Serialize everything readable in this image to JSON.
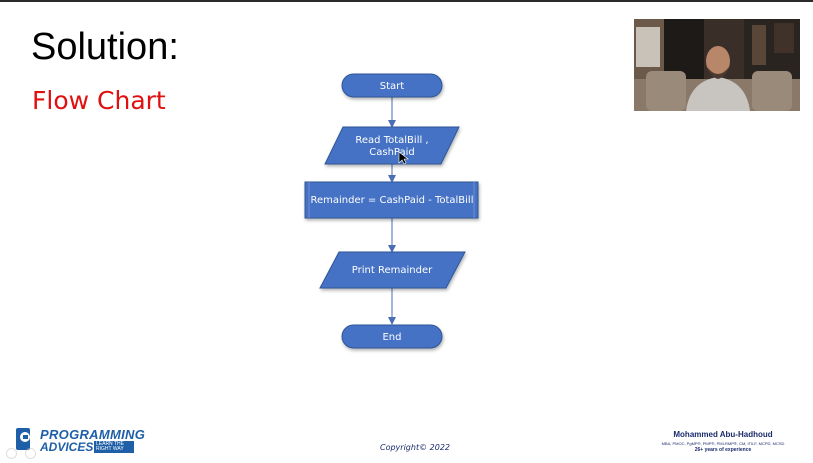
{
  "slide": {
    "title": "Solution:",
    "subtitle": "Flow Chart"
  },
  "flowchart": {
    "start": "Start",
    "read_line1": "Read TotalBill ,",
    "read_line2": "CashPaid",
    "process": "Remainder = CashPaid - TotalBill",
    "print": "Print Remainder",
    "end": "End"
  },
  "logo": {
    "line1": "PROGRAMMING",
    "line2": "ADVICES",
    "tagline": "LEARN THE RIGHT WAY"
  },
  "footer": {
    "copyright": "Copyright© 2022"
  },
  "author": {
    "name": "Mohammed Abu-Hadhoud",
    "credentials": "MBA, PMOC, PgMP®, PMP®, PMI-RMP®, CM, ITILF, MCPD, MCSD",
    "experience": "26+ years of experience"
  },
  "colors": {
    "shape_fill": "#4472c4",
    "shape_stroke": "#2f5597",
    "subtitle": "#e01010",
    "brand": "#1f5fa8"
  }
}
